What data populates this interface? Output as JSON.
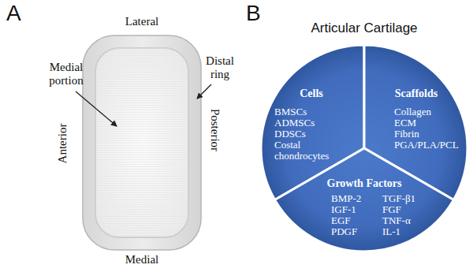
{
  "diagram": {
    "nodes": [
      {
        "text": [
          "Cells",
          "BMSCs ADMSCs DDSCs Costal chondrocytes"
        ]
      },
      {
        "text": [
          "Scaffolds",
          "Collagen ECM Fibrin PGA/PLA/PCL"
        ]
      },
      {
        "text": [
          "Growth Factors",
          "BMP-2 IGF-1 EGF PDGF",
          "TGF-β1 FGF TNF-α IL-1"
        ]
      }
    ],
    "labels": [
      "A",
      "Lateral",
      "Medial portion",
      "Distal ring",
      "Anterior",
      "Posterior",
      "Medial",
      "B",
      "Articular Cartilage"
    ]
  }
}
